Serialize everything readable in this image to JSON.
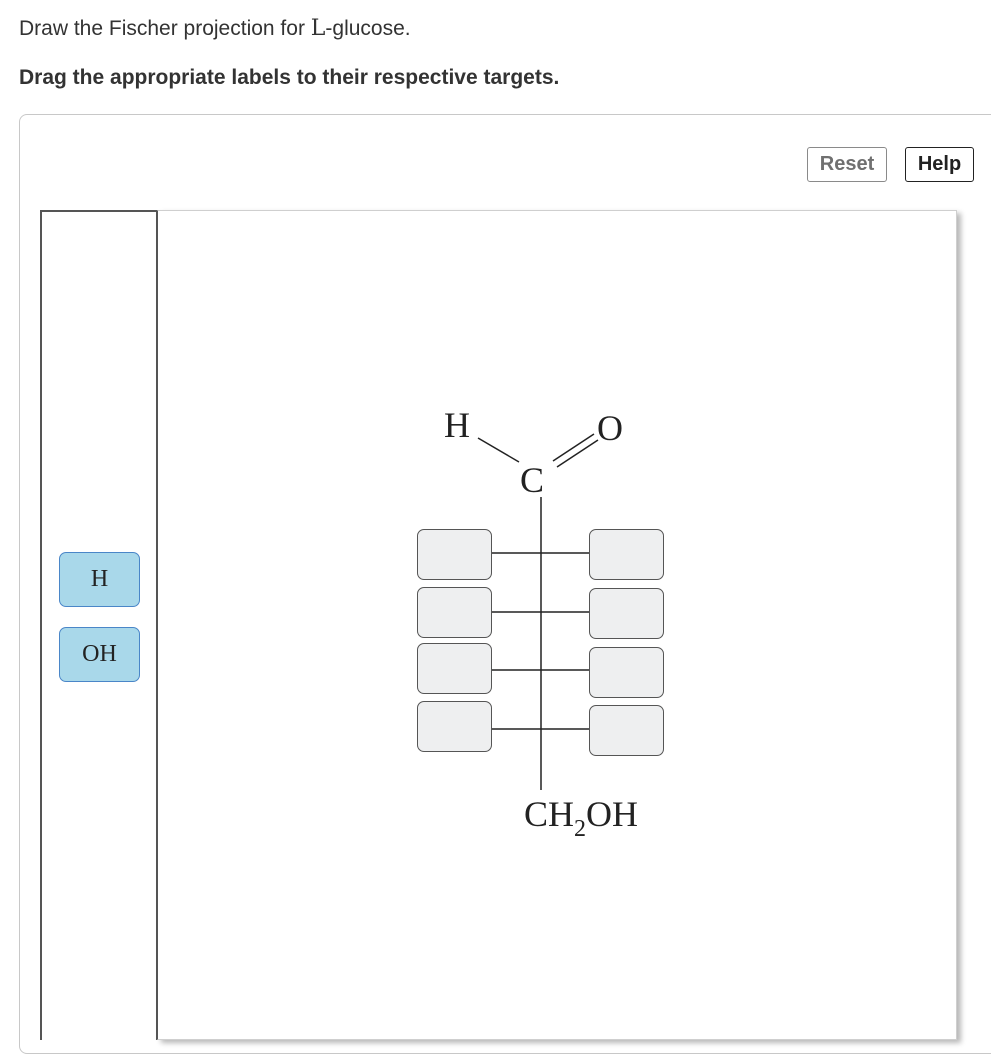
{
  "question": {
    "prefix": "Draw the Fischer projection for ",
    "letter": "L",
    "suffix": "-glucose."
  },
  "instruction": "Drag the appropriate labels to their respective targets.",
  "toolbar": {
    "reset_label": "Reset",
    "help_label": "Help"
  },
  "label_bank": {
    "labels": [
      "H",
      "OH"
    ]
  },
  "molecule": {
    "aldehyde_h": "H",
    "aldehyde_c": "C",
    "aldehyde_o": "O",
    "bottom_group": {
      "ch": "CH",
      "subscript": "2",
      "oh": "OH"
    }
  },
  "colors": {
    "label_fill": "#a9d8ea",
    "label_border": "#4a86c8",
    "target_fill": "#eeeff0"
  }
}
